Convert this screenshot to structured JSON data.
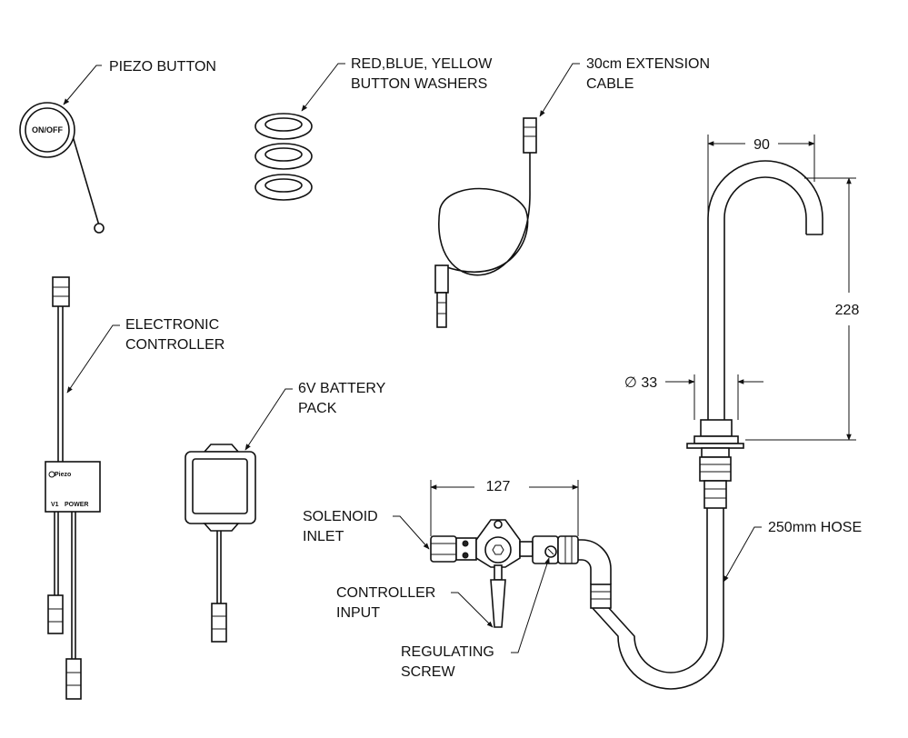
{
  "labels": {
    "piezo_button": "PIEZO BUTTON",
    "on_off": "ON/OFF",
    "washers_line1": "RED,BLUE, YELLOW",
    "washers_line2": "BUTTON WASHERS",
    "cable_line1": "30cm EXTENSION",
    "cable_line2": "CABLE",
    "controller_line1": "ELECTRONIC",
    "controller_line2": "CONTROLLER",
    "controller_piezo": "Piezo",
    "controller_v1": "V1",
    "controller_power": "POWER",
    "battery_line1": "6V BATTERY",
    "battery_line2": "PACK",
    "solenoid_line1": "SOLENOID",
    "solenoid_line2": "INLET",
    "ctrl_input_line1": "CONTROLLER",
    "ctrl_input_line2": "INPUT",
    "screw_line1": "REGULATING",
    "screw_line2": "SCREW",
    "hose": "250mm HOSE"
  },
  "dimensions": {
    "spout_reach": "90",
    "spout_height": "228",
    "base_diameter": "∅ 33",
    "valve_length": "127"
  }
}
